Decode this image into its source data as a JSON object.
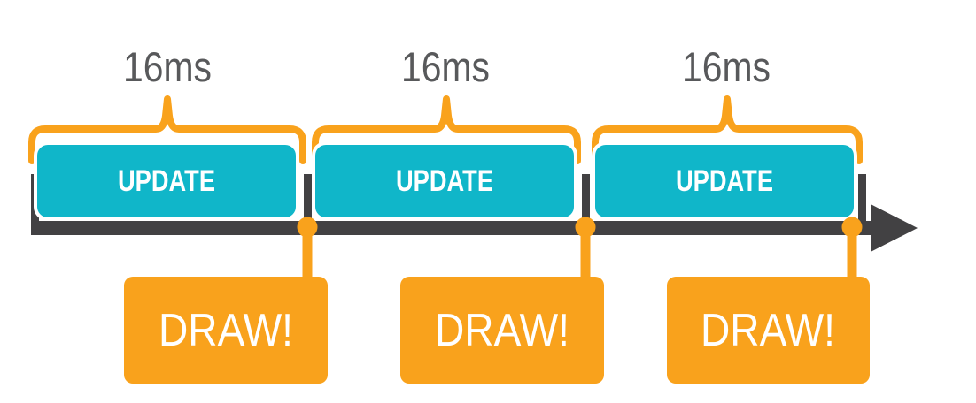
{
  "diagram": {
    "type": "frame-rendering-timeline",
    "frames": [
      {
        "duration_label": "16ms",
        "update_label": "UPDATE",
        "draw_label": "DRAW!"
      },
      {
        "duration_label": "16ms",
        "update_label": "UPDATE",
        "draw_label": "DRAW!"
      },
      {
        "duration_label": "16ms",
        "update_label": "UPDATE",
        "draw_label": "DRAW!"
      }
    ],
    "icons": {
      "timeline_arrowhead": "right-pointing-triangle",
      "frame_brace": "top-curly-brace",
      "frame_boundary_dot": "filled-circle"
    },
    "colors": {
      "orange": "#F9A21C",
      "cyan": "#10B6C9",
      "timeline_dark": "#424143",
      "duration_text": "#58595B",
      "block_text": "#FFFFFF",
      "background": "#FFFFFF"
    }
  }
}
